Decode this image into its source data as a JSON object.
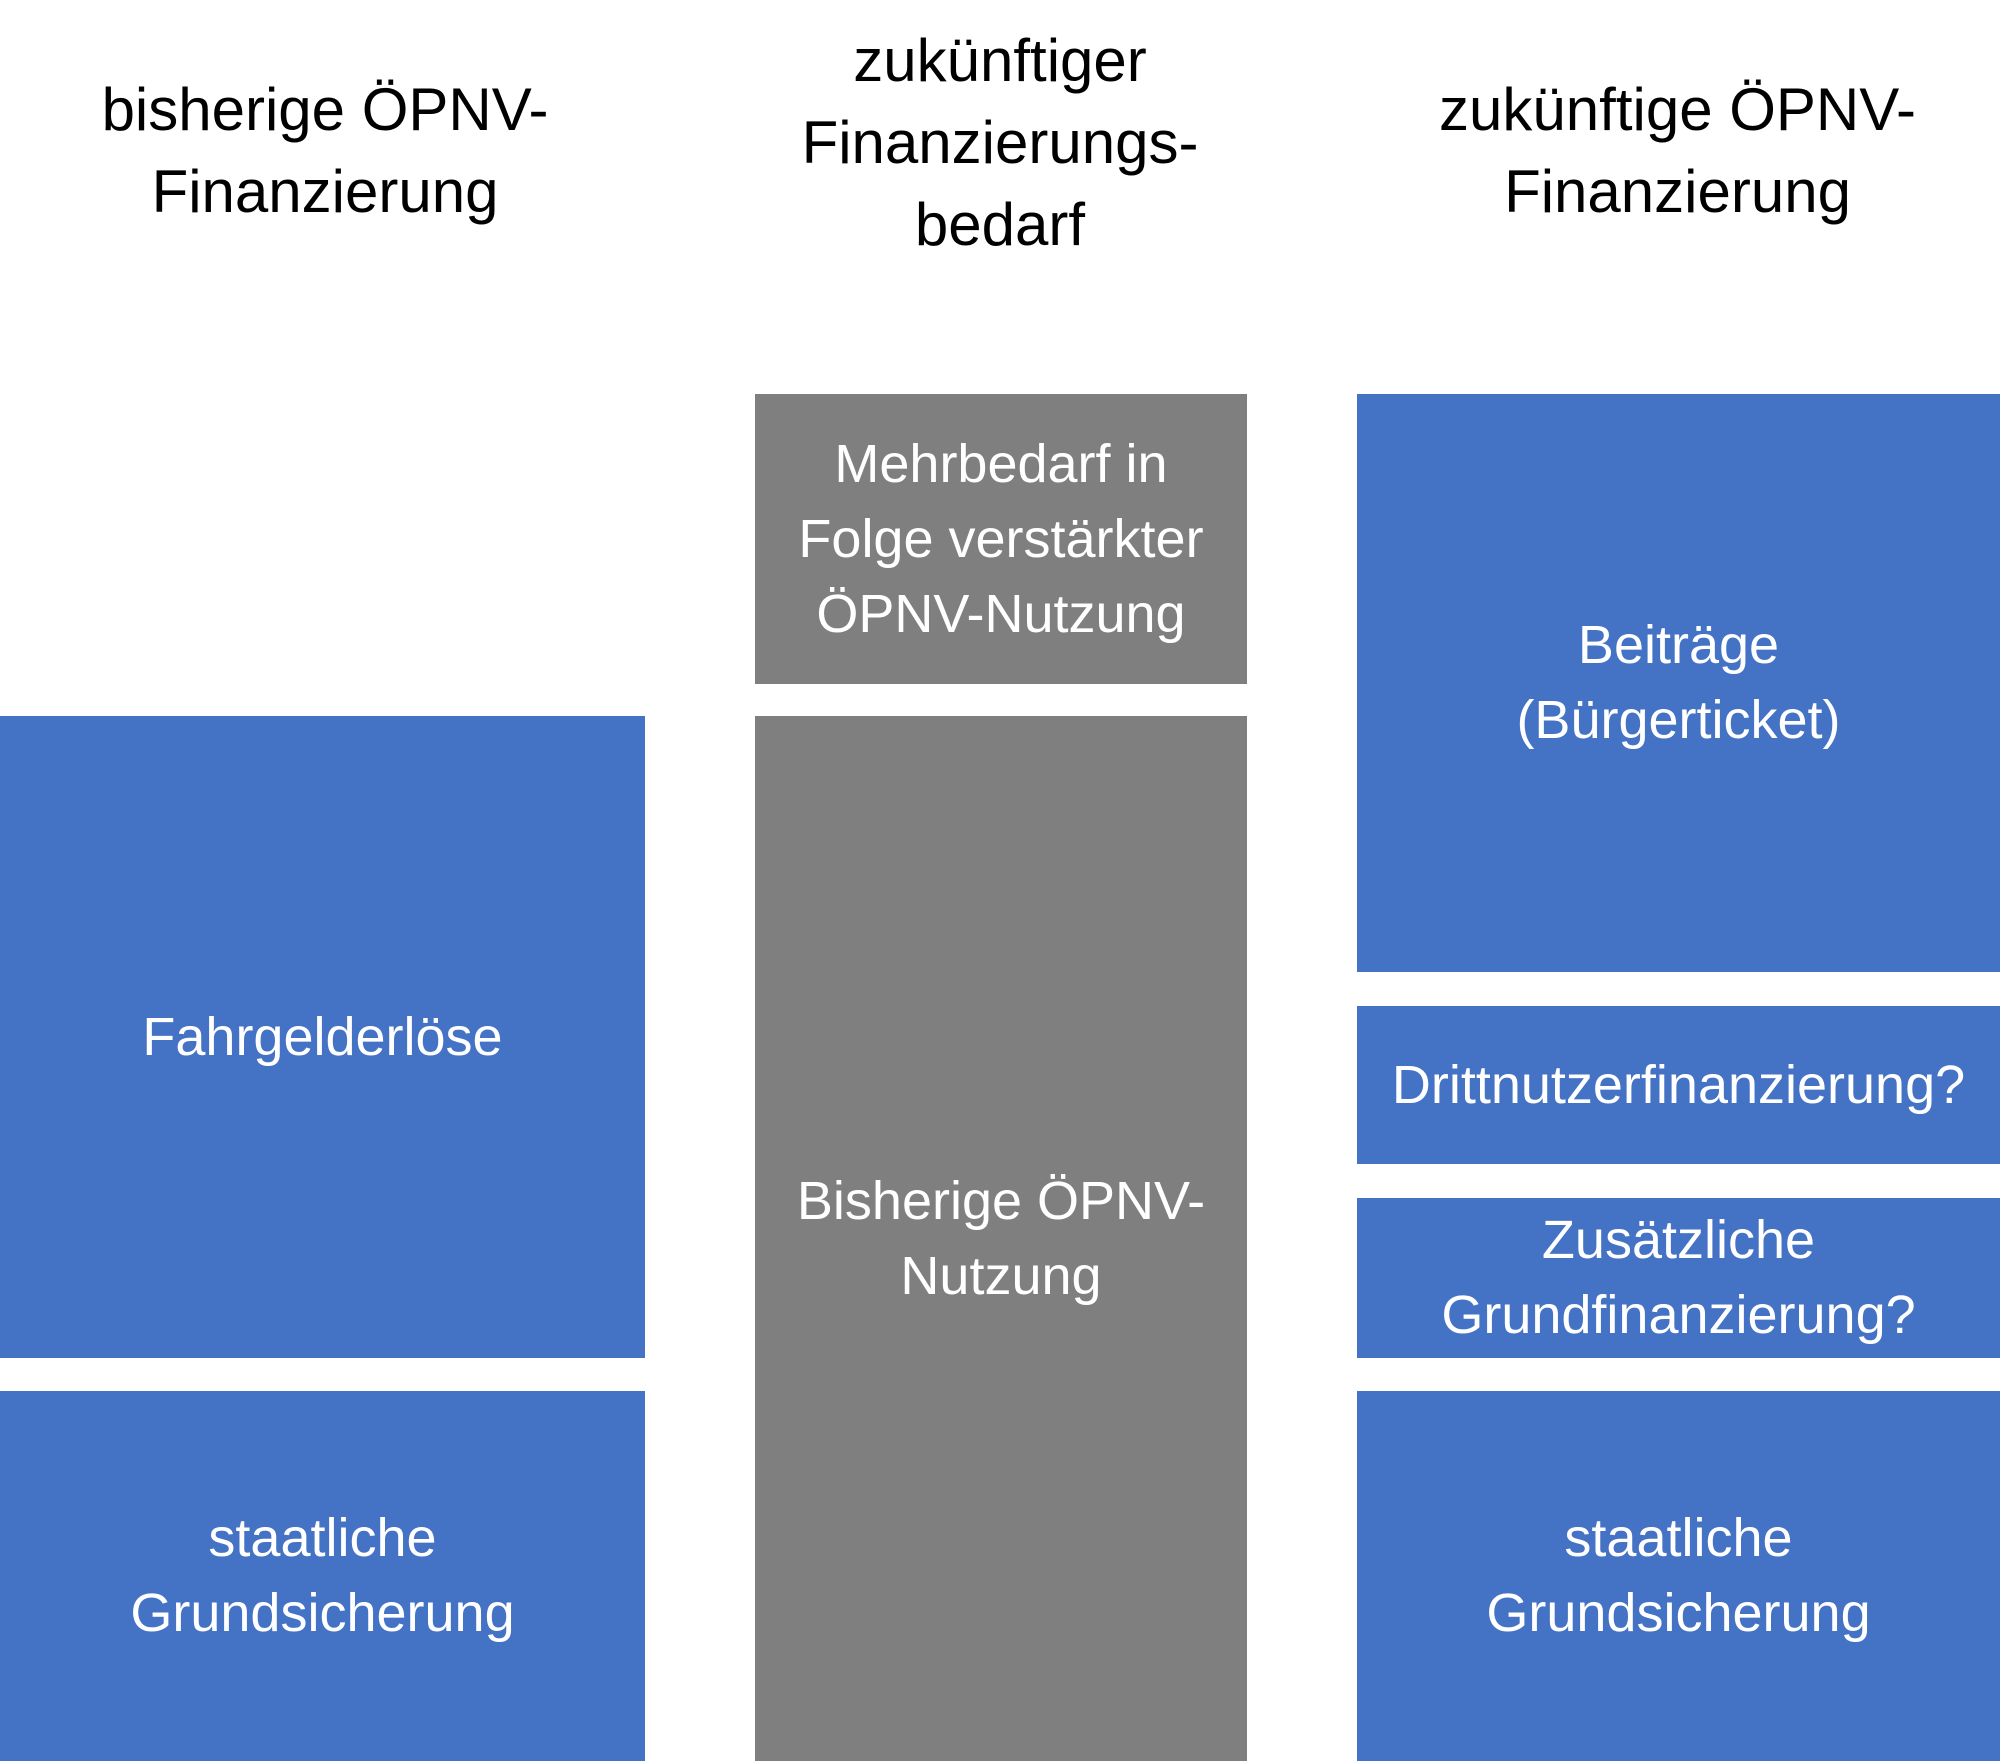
{
  "columns": [
    {
      "heading": [
        "bisherige ÖPNV-",
        "Finanzierung"
      ],
      "blocks": [
        {
          "lines": [
            "Fahrgelderlöse"
          ],
          "color": "#4472c4"
        },
        {
          "lines": [
            "staatliche",
            "Grundsicherung"
          ],
          "color": "#4472c4"
        }
      ]
    },
    {
      "heading": [
        "zukünftiger",
        "Finanzierungs-",
        "bedarf"
      ],
      "blocks": [
        {
          "lines": [
            "Mehrbedarf in",
            "Folge verstärkter",
            "ÖPNV-Nutzung"
          ],
          "color": "#7f7f7f"
        },
        {
          "lines": [
            "Bisherige ÖPNV-",
            "Nutzung"
          ],
          "color": "#7f7f7f"
        }
      ]
    },
    {
      "heading": [
        "zukünftige ÖPNV-",
        "Finanzierung"
      ],
      "blocks": [
        {
          "lines": [
            "Beiträge",
            "(Bürgerticket)"
          ],
          "color": "#4472c4"
        },
        {
          "lines": [
            "Drittnutzerfinanzierung?"
          ],
          "color": "#4472c4"
        },
        {
          "lines": [
            "Zusätzliche",
            "Grundfinanzierung?"
          ],
          "color": "#4472c4"
        },
        {
          "lines": [
            "staatliche",
            "Grundsicherung"
          ],
          "color": "#4472c4"
        }
      ]
    }
  ]
}
